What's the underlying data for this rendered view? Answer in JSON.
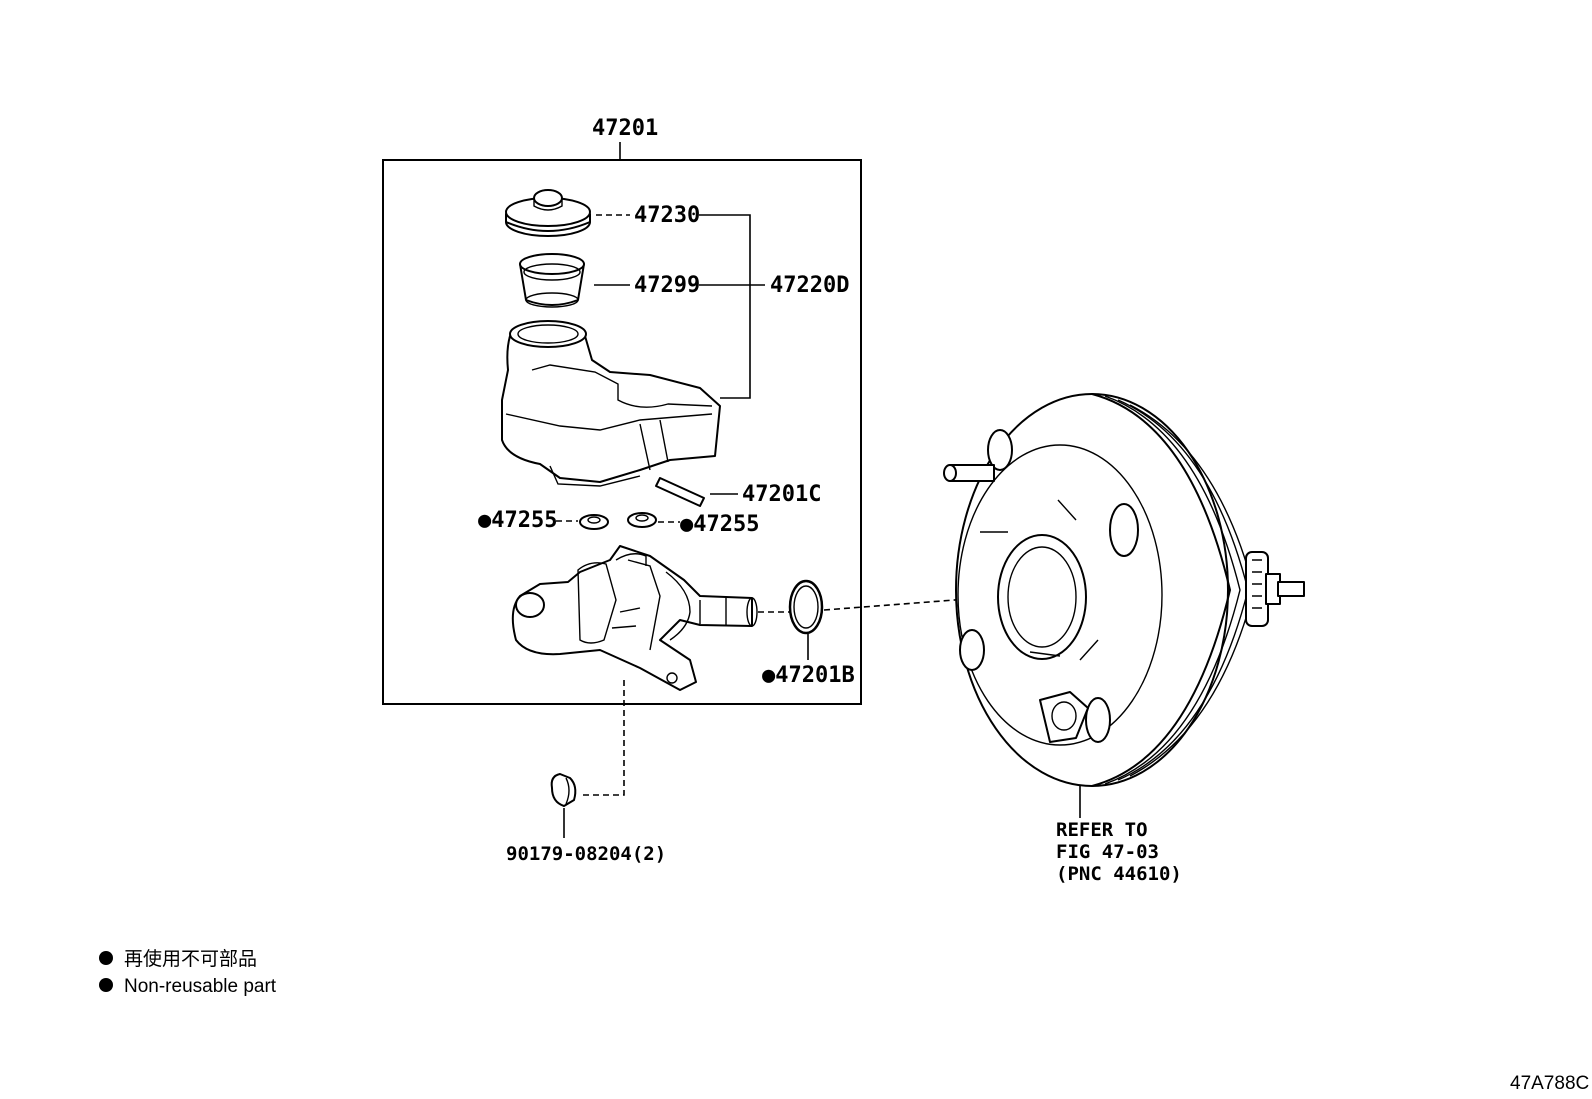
{
  "diagram": {
    "callouts": {
      "assembly": "47201",
      "cap": "47230",
      "strainer": "47299",
      "reservoir_sub": "47220D",
      "pin": "47201C",
      "grommet_left": "47255",
      "grommet_right": "47255",
      "o_ring": "47201B",
      "nut": "90179-08204(2)"
    },
    "booster_reference": {
      "line1": "REFER TO",
      "line2": "FIG 47-03",
      "line3": "(PNC 44610)"
    },
    "non_reusable_marker": "●",
    "legend": {
      "items": [
        {
          "symbol": "●",
          "text": "再使用不可部品"
        },
        {
          "symbol": "●",
          "text": "Non-reusable part"
        }
      ]
    },
    "figure_code": "47A788C"
  }
}
